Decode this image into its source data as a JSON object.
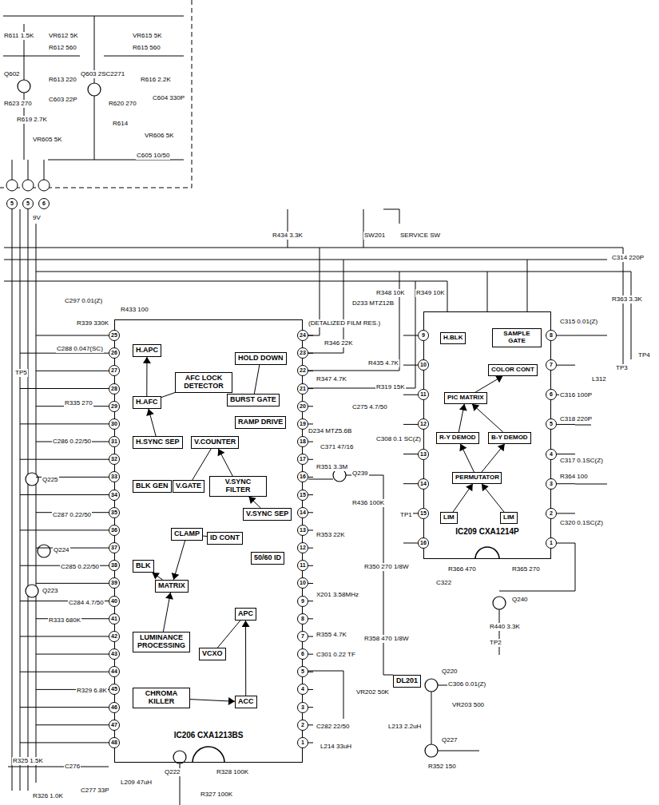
{
  "diagram": {
    "nodes": [
      {
        "text": [
          "IC206 CXA1213BS"
        ]
      },
      {
        "text": [
          "H.APC"
        ],
        "in": 0
      },
      {
        "text": [
          "HOLD DOWN"
        ],
        "in": 0
      },
      {
        "text": [
          "H.AFC"
        ],
        "in": 0
      },
      {
        "text": [
          "AFC LOCK DETECTOR"
        ],
        "in": 0
      },
      {
        "text": [
          "BURST GATE"
        ],
        "in": 0
      },
      {
        "text": [
          "RAMP DRIVE"
        ],
        "in": 0
      },
      {
        "text": [
          "H.SYNC SEP"
        ],
        "in": 0
      },
      {
        "text": [
          "V.COUNTER"
        ],
        "in": 0
      },
      {
        "text": [
          "BLK GEN"
        ],
        "in": 0
      },
      {
        "text": [
          "V.GATE"
        ],
        "in": 0
      },
      {
        "text": [
          "V.SYNC FILTER"
        ],
        "in": 0
      },
      {
        "text": [
          "V.SYNC SEP"
        ],
        "in": 0
      },
      {
        "text": [
          "CLAMP"
        ],
        "in": 0
      },
      {
        "text": [
          "ID CONT"
        ],
        "in": 0
      },
      {
        "text": [
          "50/60 ID"
        ],
        "in": 0
      },
      {
        "text": [
          "BLK"
        ],
        "in": 0
      },
      {
        "text": [
          "MATRIX"
        ],
        "in": 0
      },
      {
        "text": [
          "APC"
        ],
        "in": 0
      },
      {
        "text": [
          "VCXO"
        ],
        "in": 0
      },
      {
        "text": [
          "LUMINANCE PROCESSING"
        ],
        "in": 0
      },
      {
        "text": [
          "CHROMA KILLER"
        ],
        "in": 0
      },
      {
        "text": [
          "ACC"
        ],
        "in": 0
      },
      {
        "text": [
          "IC209 CXA1214P"
        ]
      },
      {
        "text": [
          "SAMPLE GATE"
        ],
        "in": 23
      },
      {
        "text": [
          "H.BLK"
        ],
        "in": 23
      },
      {
        "text": [
          "COLOR CONT"
        ],
        "in": 23
      },
      {
        "text": [
          "PIC MATRIX"
        ],
        "in": 23
      },
      {
        "text": [
          "R-Y DEMOD"
        ],
        "in": 23
      },
      {
        "text": [
          "B-Y DEMOD"
        ],
        "in": 23
      },
      {
        "text": [
          "PERMUTATOR"
        ],
        "in": 23
      },
      {
        "text": [
          "LIM"
        ],
        "in": 23
      },
      {
        "text": [
          "LIM"
        ],
        "in": 23
      },
      {
        "text": [
          "DL201"
        ]
      }
    ],
    "edges": [
      {
        "from": 21,
        "to": 22,
        "arrow": "to"
      },
      {
        "from": 22,
        "to": 18,
        "arrow": "to"
      },
      {
        "from": 18,
        "to": 19,
        "arrow": "none"
      },
      {
        "from": 20,
        "to": 17,
        "arrow": "to"
      },
      {
        "from": 13,
        "to": 17,
        "arrow": "to"
      },
      {
        "from": 17,
        "to": 16,
        "arrow": "to"
      },
      {
        "from": 14,
        "to": 13,
        "arrow": "none"
      },
      {
        "from": 7,
        "to": 3,
        "arrow": "to"
      },
      {
        "from": 3,
        "to": 1,
        "arrow": "to"
      },
      {
        "from": 4,
        "to": 3,
        "arrow": "none"
      },
      {
        "from": 12,
        "to": 11,
        "arrow": "to"
      },
      {
        "from": 11,
        "to": 8,
        "arrow": "to"
      },
      {
        "from": 10,
        "to": 8,
        "arrow": "none"
      },
      {
        "from": 5,
        "to": 2,
        "arrow": "none"
      },
      {
        "from": 31,
        "to": 30,
        "arrow": "to"
      },
      {
        "from": 32,
        "to": 30,
        "arrow": "to"
      },
      {
        "from": 30,
        "to": 28,
        "arrow": "to"
      },
      {
        "from": 30,
        "to": 29,
        "arrow": "to"
      },
      {
        "from": 28,
        "to": 27,
        "arrow": "to"
      },
      {
        "from": 29,
        "to": 27,
        "arrow": "to"
      },
      {
        "from": 27,
        "to": 26,
        "arrow": "to"
      }
    ],
    "labels": [
      "1",
      "2",
      "3",
      "4",
      "5",
      "6",
      "7",
      "8",
      "9",
      "10",
      "11",
      "12",
      "13",
      "14",
      "15",
      "16",
      "17",
      "18",
      "19",
      "20",
      "21",
      "22",
      "23",
      "24",
      "25",
      "26",
      "27",
      "28",
      "29",
      "30",
      "31",
      "32",
      "33",
      "34",
      "35",
      "36",
      "37",
      "38",
      "39",
      "40",
      "41",
      "42",
      "43",
      "44",
      "45",
      "46",
      "47",
      "48",
      "1",
      "2",
      "3",
      "4",
      "5",
      "6",
      "7",
      "8",
      "9",
      "10",
      "11",
      "12",
      "13",
      "14",
      "15",
      "16",
      "5",
      "5",
      "6",
      "R611 1.5K",
      "VR612 5K",
      "R612 560",
      "VR615 5K",
      "R615 560",
      "Q602",
      "R613 220",
      "Q603 2SC2271",
      "R616 2.2K",
      "C604 330P",
      "C603 22P",
      "R623 270",
      "R620 270",
      "R619 2.7K",
      "R614",
      "VR605 5K",
      "VR606 5K",
      "C605 10/50",
      "9V",
      "R434 3.3K",
      "SW201",
      "SERVICE SW",
      "R348 10K",
      "R349 10K",
      "C314 220P",
      "R363 3.3K",
      "TP4",
      "TP3",
      "C297 0.01(Z)",
      "R433 100",
      "R339 330K",
      "(DETALIZED FILM RES.)",
      "D233 MTZ12B",
      "R346 22K",
      "R435 4.7K",
      "R347 4.7K",
      "R319 15K",
      "C288 0.047(SC)",
      "TP5",
      "R335 270",
      "C286 0.22/50",
      "Q225",
      "C287 0.22/50",
      "Q224",
      "C285 0.22/50",
      "Q223",
      "C284 4.7/50",
      "R333 680K",
      "R329 6.8K",
      "R325 1.5K",
      "C276",
      "C277 33P",
      "R326 1.0K",
      "L209 47uH",
      "Q222",
      "R328 100K",
      "R327 100K",
      "C282 22/50",
      "L214 33uH",
      "VR202 50K",
      "X201 3.58MHz",
      "R355 4.7K",
      "C301 0.22 TF",
      "R353 22K",
      "R351 3.3M",
      "R436 100K",
      "Q239",
      "C371 47/16",
      "D234 MTZ5.6B",
      "C275 4.7/50",
      "C308 0.1 SC(Z)",
      "R350 270 1/8W",
      "R358 470 1/8W",
      "Q220",
      "C306 0.01(Z)",
      "VR203 500",
      "L213 2.2uH",
      "Q227",
      "R352 150",
      "Q240",
      "R440 3.3K",
      "TP2",
      "TP1",
      "C322",
      "R366 470",
      "R365 270",
      "C315 0.01(Z)",
      "C316 100P",
      "L312",
      "C318 220P",
      "C317 0.1SC(Z)",
      "R364 100",
      "C320 0.1SC(Z)"
    ]
  }
}
